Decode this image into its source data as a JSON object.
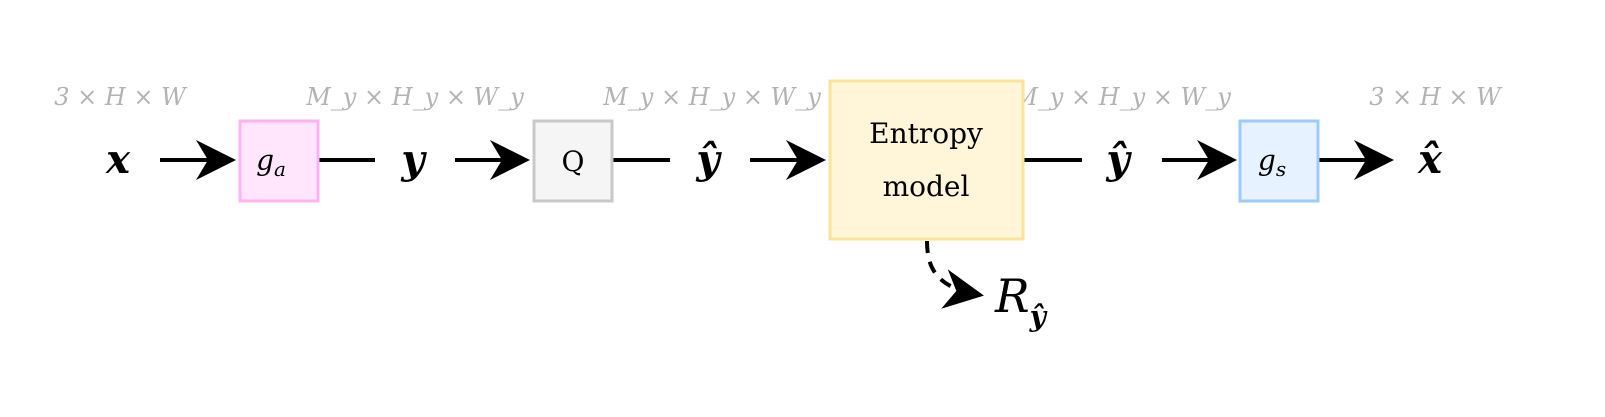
{
  "dims": {
    "input": "3 × H × W",
    "latent_1": "M_y × H_y × W_y",
    "latent_2": "M_y × H_y × W_y",
    "latent_3": "M_y × H_y × W_y",
    "output": "3 × H × W"
  },
  "symbols": {
    "x": "x",
    "y": "y",
    "y_hat_1": "ŷ",
    "y_hat_2": "ŷ",
    "x_hat": "x̂",
    "rate": "R",
    "rate_sub": "ŷ"
  },
  "blocks": {
    "analysis": {
      "label": "g",
      "sub": "a",
      "fill": "#ffe6fc",
      "stroke": "#ffb3f5"
    },
    "quantizer": {
      "label": "Q",
      "fill": "#f5f5f5",
      "stroke": "#c8c8c8"
    },
    "entropy": {
      "line1": "Entropy",
      "line2": "model",
      "fill": "#fff5d9",
      "stroke": "#fbe39a"
    },
    "synthesis": {
      "label": "g",
      "sub": "s",
      "fill": "#e6f2ff",
      "stroke": "#9ecbff"
    }
  }
}
